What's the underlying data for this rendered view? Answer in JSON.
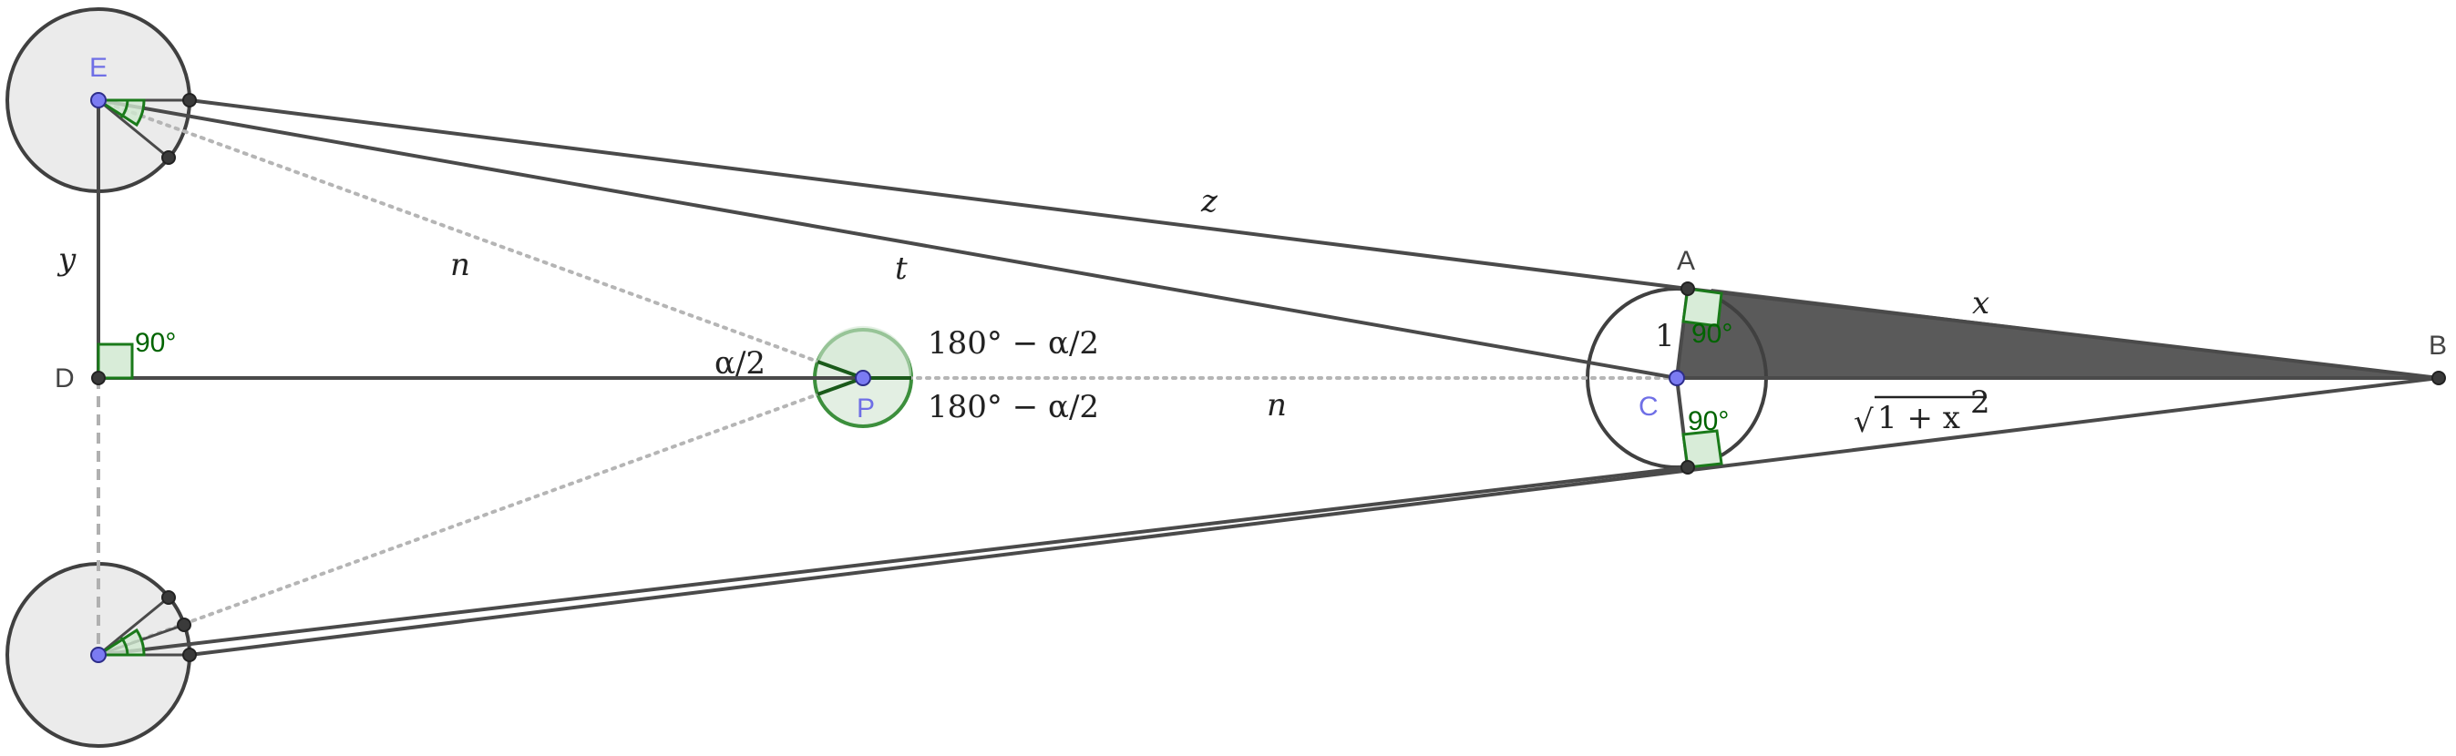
{
  "points": {
    "E": "E",
    "A": "A",
    "B": "B",
    "C": "C",
    "D": "D",
    "P": "P"
  },
  "segment_labels": {
    "z": "z",
    "x": "x",
    "t": "t",
    "n_upper": "n",
    "n_lower": "n",
    "y": "y",
    "one": "1",
    "sqrt_prefix": "√",
    "sqrt_body": "1 + x",
    "sqrt_exp": "2"
  },
  "angle_labels": {
    "right_D": "90°",
    "right_A": "90°",
    "right_C": "90°",
    "half_alpha": "α/2",
    "upper_supp": "180° − α/2",
    "lower_supp": "180° − α/2"
  },
  "colors": {
    "point_blue": "#7b7bf2",
    "angle_green": "#1a7a1a",
    "shaded_triangle": "#5a5a5a",
    "circle_fill": "#ebebeb"
  }
}
